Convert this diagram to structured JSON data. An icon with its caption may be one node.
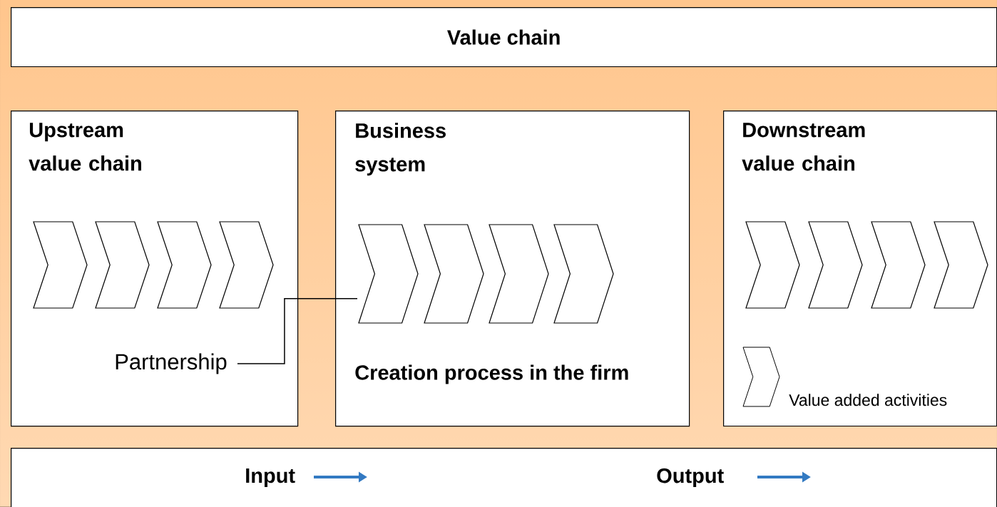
{
  "diagram": {
    "nodes": [
      {
        "text": [
          "Value chain"
        ]
      },
      {
        "text": [
          "Upstream value chain"
        ]
      },
      {
        "text": [],
        "shape": "chevron",
        "in": 1
      },
      {
        "text": [],
        "shape": "chevron",
        "in": 1
      },
      {
        "text": [],
        "shape": "chevron",
        "in": 1
      },
      {
        "text": [],
        "shape": "chevron",
        "in": 1
      },
      {
        "text": [
          "Business system",
          "Creation process in the firm"
        ]
      },
      {
        "text": [],
        "shape": "chevron",
        "in": 6
      },
      {
        "text": [],
        "shape": "chevron",
        "in": 6
      },
      {
        "text": [],
        "shape": "chevron",
        "in": 6
      },
      {
        "text": [],
        "shape": "chevron",
        "in": 6
      },
      {
        "text": [
          "Downstream value chain"
        ]
      },
      {
        "text": [],
        "shape": "chevron",
        "in": 11
      },
      {
        "text": [],
        "shape": "chevron",
        "in": 11
      },
      {
        "text": [],
        "shape": "chevron",
        "in": 11
      },
      {
        "text": [],
        "shape": "chevron",
        "in": 11
      },
      {
        "text": [
          "Partnership"
        ],
        "in": 1
      },
      {
        "text": [
          "Input",
          "Output"
        ]
      }
    ],
    "edges": [
      {
        "from": 16,
        "to": 7,
        "arrow": "none"
      }
    ],
    "legend": [
      {
        "text": "Value added activities"
      }
    ]
  }
}
